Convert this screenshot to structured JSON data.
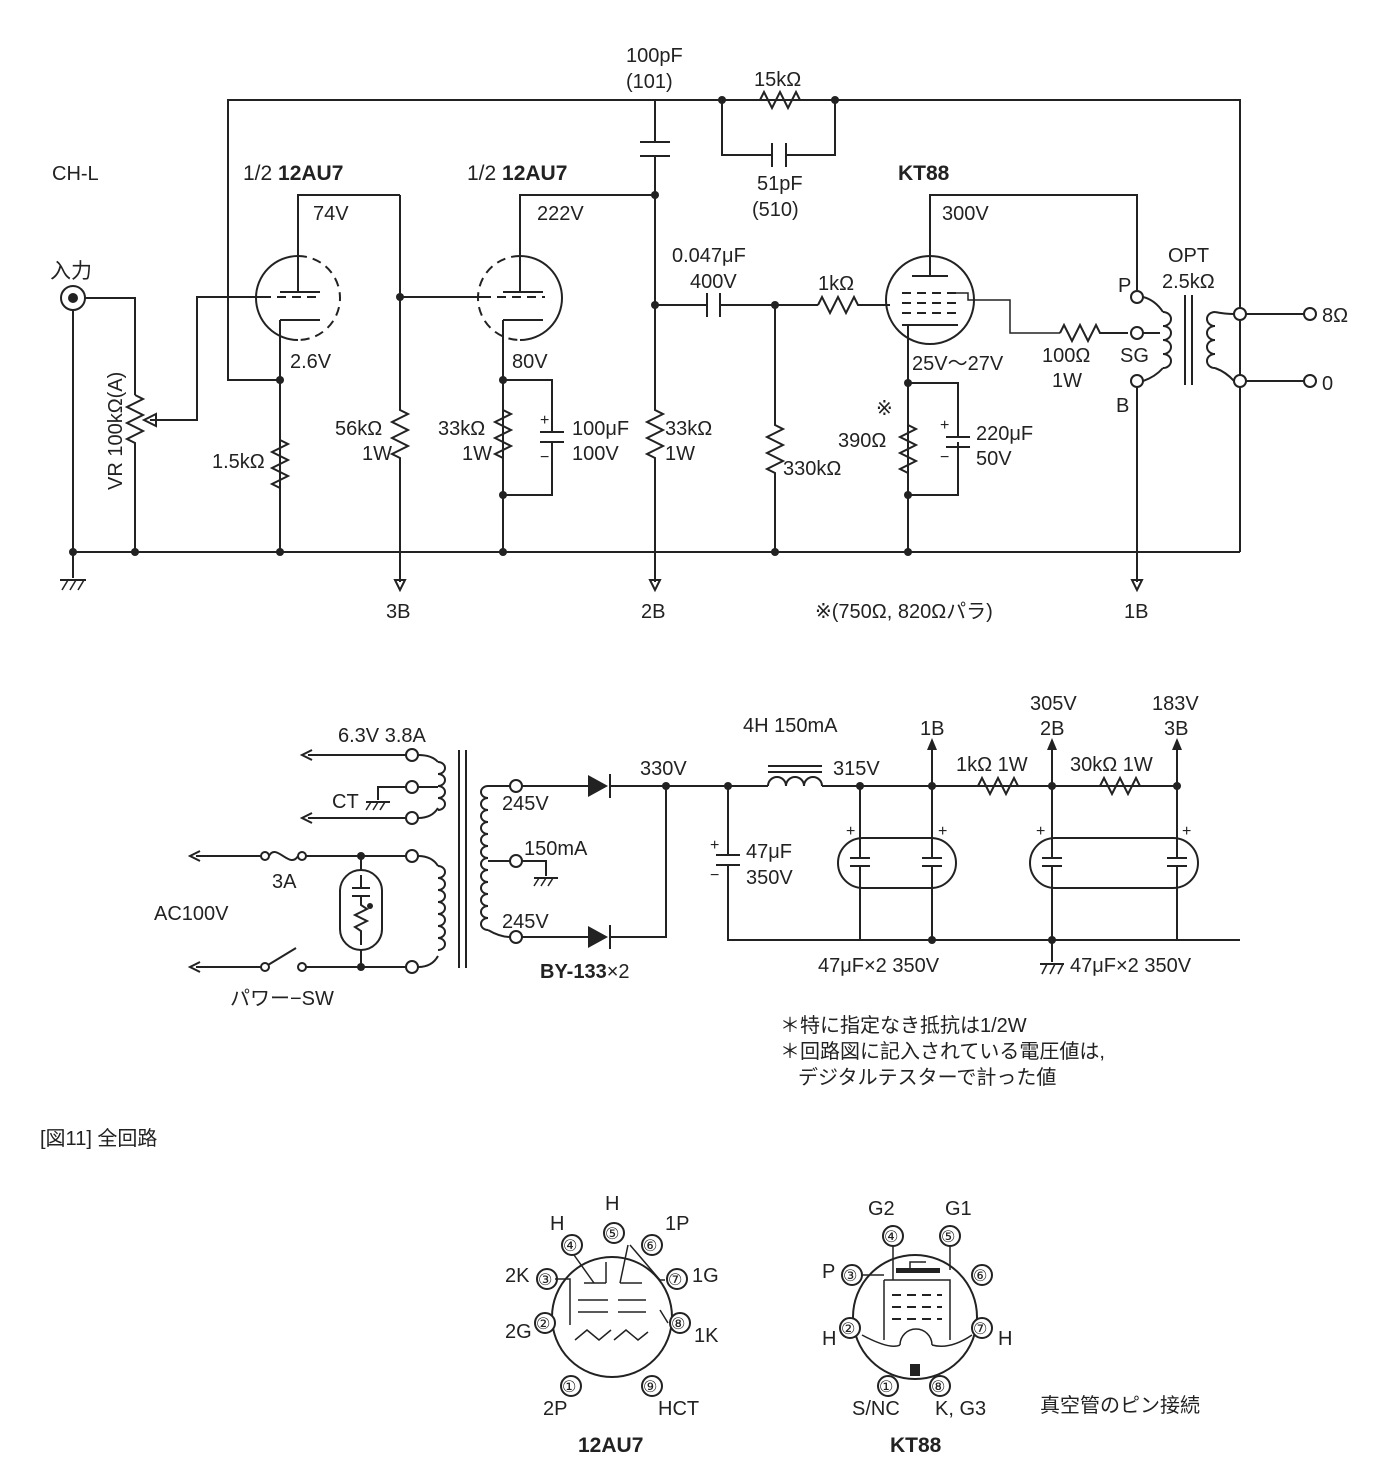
{
  "channel": "CH-L",
  "input": "入力",
  "vr": "VR 100kΩ(A)",
  "tubes": {
    "v1": {
      "prefix": "1/2 ",
      "name": "12AU7",
      "plate_v": "74V",
      "cathode_v": "2.6V"
    },
    "v2": {
      "prefix": "1/2 ",
      "name": "12AU7",
      "plate_v": "222V",
      "cathode_v": "80V"
    },
    "v3": {
      "name": "KT88",
      "plate_v": "300V",
      "cathode_v": "25V〜27V"
    }
  },
  "feedback": {
    "cap1": "100pF",
    "cap1_code": "(101)",
    "res": "15kΩ",
    "cap2": "51pF",
    "cap2_code": "(510)"
  },
  "components": {
    "r_k1": "1.5kΩ",
    "r_p1": "56kΩ",
    "r_p1_w": "1W",
    "r_k2": "33kΩ",
    "r_k2_w": "1W",
    "c_k2": "100μF",
    "c_k2_v": "100V",
    "r_p2": "33kΩ",
    "r_p2_w": "1W",
    "c_coupling": "0.047μF",
    "c_coupling_v": "400V",
    "r_grid_stop": "1kΩ",
    "r_grid": "330kΩ",
    "r_k3_mark": "※",
    "r_k3": "390Ω",
    "c_k3": "220μF",
    "c_k3_v": "50V",
    "r_sg": "100Ω",
    "r_sg_w": "1W",
    "note_mark": "※(750Ω, 820Ωパラ)"
  },
  "opt": {
    "name": "OPT",
    "impedance": "2.5kΩ",
    "p": "P",
    "sg": "SG",
    "b": "B",
    "out_8": "8Ω",
    "out_0": "0"
  },
  "supply_labels": {
    "b1": "1B",
    "b2": "2B",
    "b3": "3B"
  },
  "power": {
    "heater": "6.3V 3.8A",
    "ct": "CT",
    "fuse": "3A",
    "ac": "AC100V",
    "sw": "パワー−SW",
    "sec_hi": "245V",
    "sec_ct": "150mA",
    "sec_lo": "245V",
    "diode": "BY-133",
    "diode_count": "×2",
    "rect_v": "330V",
    "choke": "4H 150mA",
    "choke_v": "315V",
    "c1": "47μF",
    "c1_v": "350V",
    "r1": "1kΩ 1W",
    "r2": "30kΩ 1W",
    "b1": "1B",
    "b2_v": "305V",
    "b2": "2B",
    "b3_v": "183V",
    "b3": "3B",
    "cap_pair1": "47μF×2 350V",
    "cap_pair2": "47μF×2 350V"
  },
  "notes": [
    "＊特に指定なき抵抗は1/2W",
    "＊回路図に記入されている電圧値は,",
    "デジタルテスターで計った値"
  ],
  "figure_caption": "[図11]  全回路",
  "pinout": {
    "t1": {
      "name": "12AU7",
      "p1": "①",
      "p2": "②",
      "p3": "③",
      "p4": "④",
      "p5": "⑤",
      "p6": "⑥",
      "p7": "⑦",
      "p8": "⑧",
      "p9": "⑨",
      "l4": "H",
      "l5": "H",
      "l6": "1P",
      "l3": "2K",
      "l7": "1G",
      "l2": "2G",
      "l8": "1K",
      "l1": "2P",
      "l9": "HCT"
    },
    "t2": {
      "name": "KT88",
      "p1": "①",
      "p2": "②",
      "p3": "③",
      "p4": "④",
      "p5": "⑤",
      "p6": "⑥",
      "p7": "⑦",
      "p8": "⑧",
      "l4": "G2",
      "l5": "G1",
      "l3": "P",
      "l2": "H",
      "l7": "H",
      "l1": "S/NC",
      "l8": "K, G3"
    },
    "title": "真空管のピン接続"
  }
}
